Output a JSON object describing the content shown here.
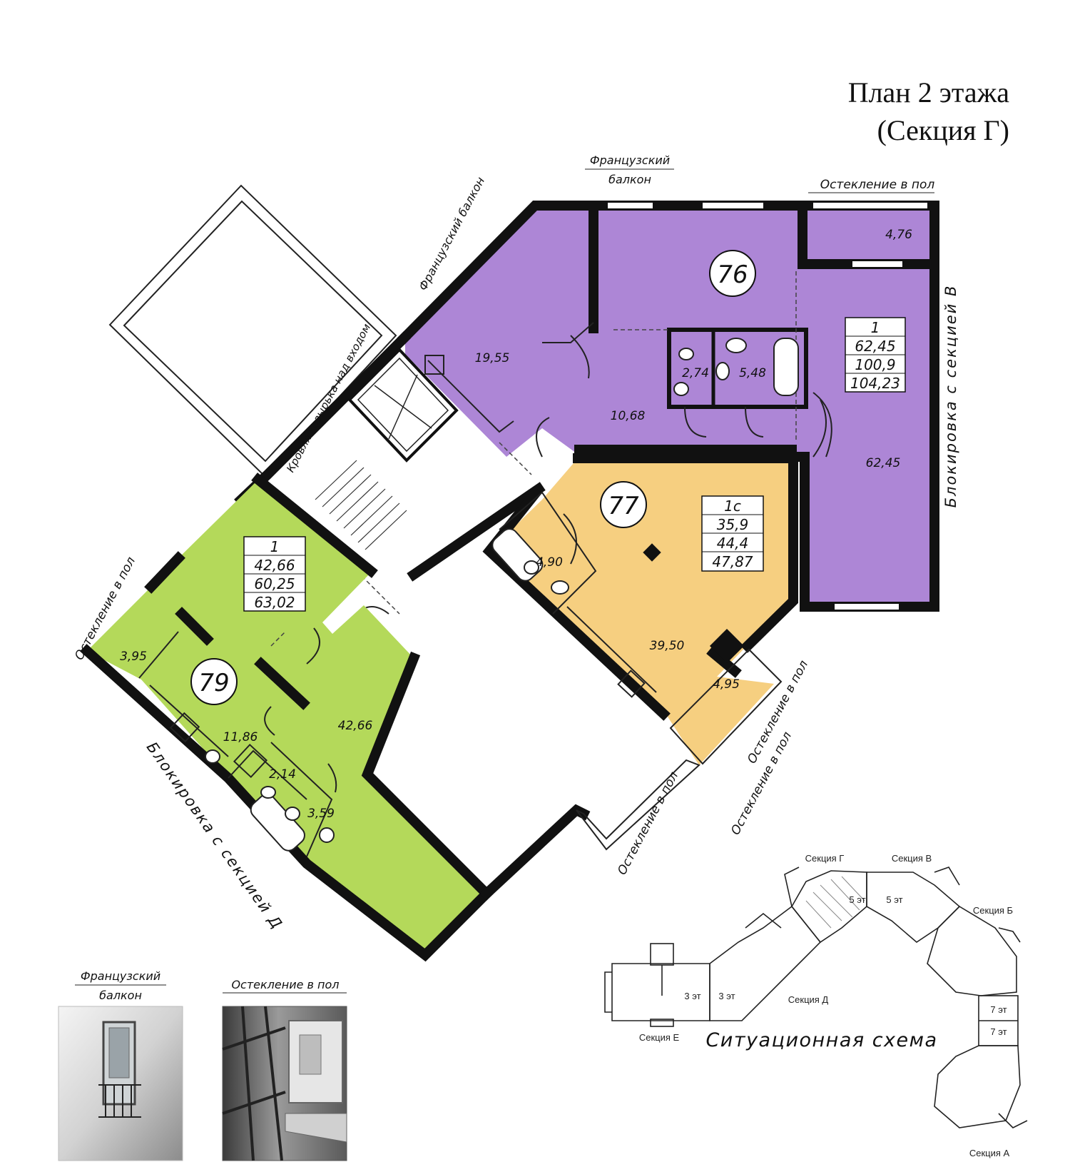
{
  "title": {
    "line1": "План 2 этажа",
    "line2": "(Секция Г)"
  },
  "colors": {
    "apt76": "#ad86d6",
    "apt77": "#f6cf80",
    "apt79": "#b4d95a",
    "wall": "#111111"
  },
  "callouts": {
    "french_top_left": "Французский балкон",
    "french_top": [
      "Французский",
      "балкон"
    ],
    "glazing_top_right": "Остекление в пол",
    "glazing_left": "Остекление в пол",
    "canopy_roof": "Кровля козырька над входом",
    "block_v": "Блокировка с секцией В",
    "block_d": "Блокировка с секцией Д",
    "glazing_77_a": "Остекление в пол",
    "glazing_77_b": "Остекление в пол",
    "glazing_bottom": "Остекление в пол"
  },
  "apartments": {
    "a76": {
      "number": "76",
      "badge": [
        "1",
        "62,45",
        "100,9",
        "104,23"
      ],
      "rooms": {
        "kitchen": "19,55",
        "hall": "10,68",
        "bath1": "2,74",
        "bath2": "5,48",
        "living": "62,45",
        "balcony": "4,76"
      }
    },
    "a77": {
      "number": "77",
      "badge": [
        "1с",
        "35,9",
        "44,4",
        "47,87"
      ],
      "rooms": {
        "bath": "4,90",
        "living": "39,50",
        "balcony": "4,95"
      }
    },
    "a79": {
      "number": "79",
      "badge": [
        "1",
        "42,66",
        "60,25",
        "63,02"
      ],
      "rooms": {
        "balcony": "3,95",
        "kitchen": "11,86",
        "living": "42,66",
        "wc": "2,14",
        "bath": "3,59"
      }
    }
  },
  "legend": {
    "french": [
      "Французский",
      "балкон"
    ],
    "glazing": "Остекление в пол"
  },
  "situation": {
    "title": "Ситуационная схема",
    "sections": {
      "g": "Секция Г",
      "v": "Секция В",
      "b": "Секция Б",
      "d": "Секция Д",
      "e": "Секция Е",
      "a": "Секция А"
    },
    "floors": {
      "g": "5 эт",
      "v": "5 эт",
      "d1": "3 эт",
      "d2": "3 эт",
      "b": "7 эт",
      "a": "7 эт"
    }
  }
}
